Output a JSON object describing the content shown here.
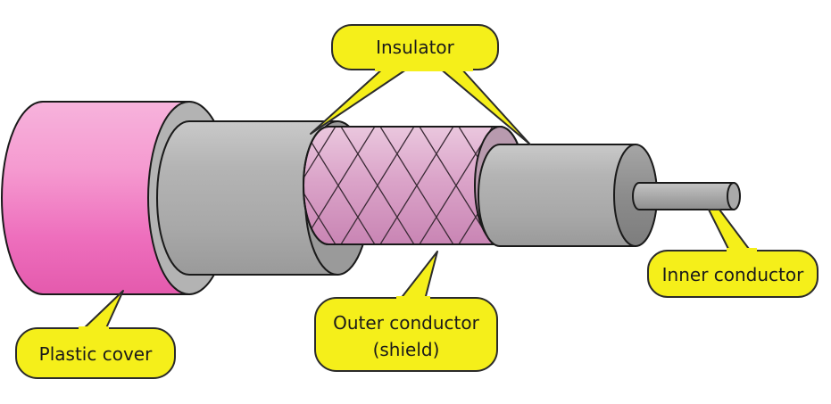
{
  "labels": {
    "insulator": "Insulator",
    "inner_conductor": "Inner conductor",
    "outer_conductor_line1": "Outer conductor",
    "outer_conductor_line2": "(shield)",
    "plastic_cover": "Plastic cover"
  },
  "colors": {
    "callout_fill": "#f5ef1a",
    "callout_stroke": "#2b2b2b",
    "plastic_pink": "#f07ac4",
    "insulator_gray": "#b8b8b8",
    "shield_pink": "#d79bc6",
    "outline": "#1a1a1a"
  }
}
